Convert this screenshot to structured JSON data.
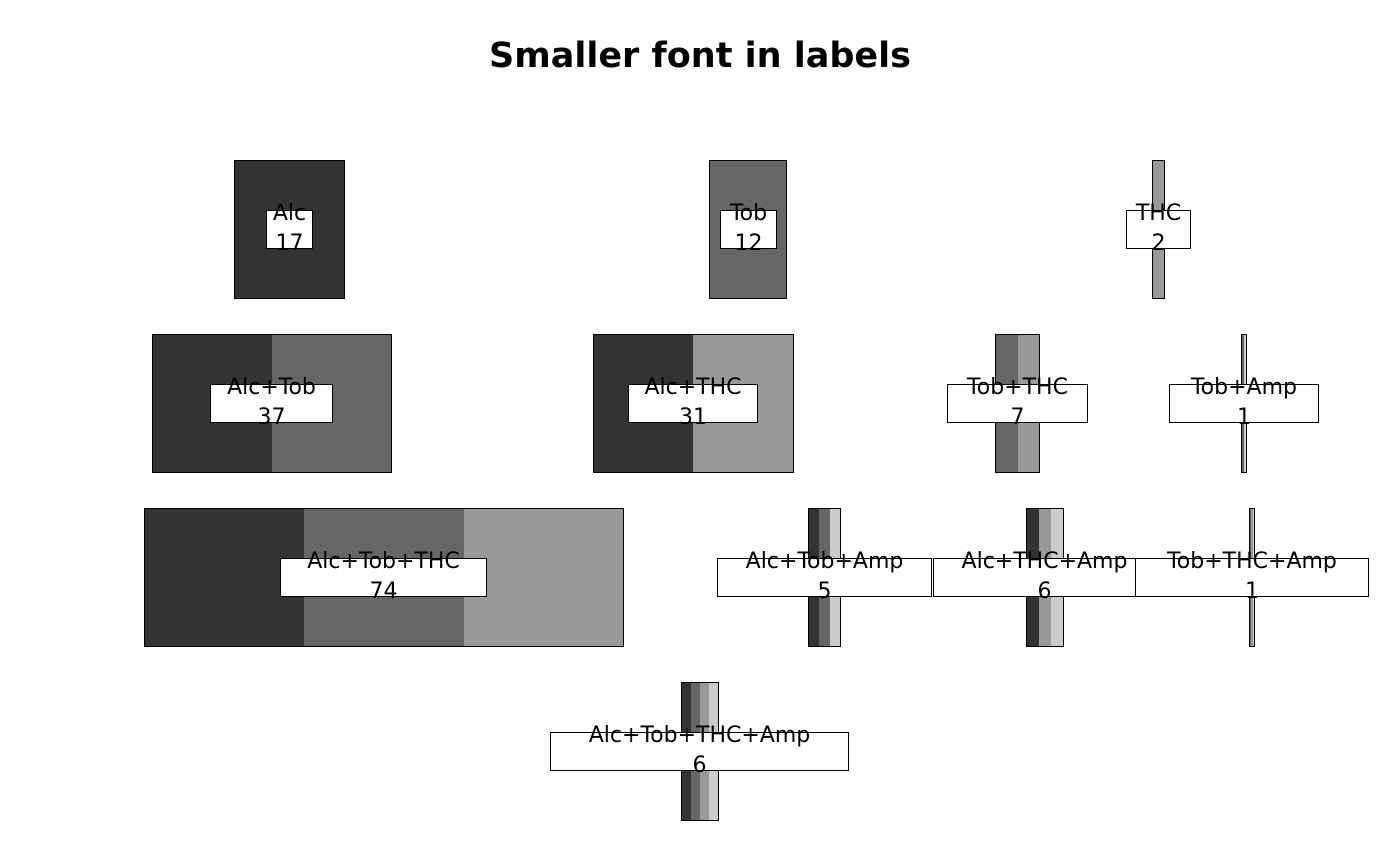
{
  "title": "Smaller font in labels",
  "colors": {
    "Alc": "#333333",
    "Tob": "#666666",
    "THC": "#999999",
    "Amp": "#cccccc"
  },
  "sets": [
    {
      "name": "Alc",
      "count": "17",
      "value": 17,
      "parts": [
        "Alc"
      ]
    },
    {
      "name": "Tob",
      "count": "12",
      "value": 12,
      "parts": [
        "Tob"
      ]
    },
    {
      "name": "THC",
      "count": "2",
      "value": 2,
      "parts": [
        "THC"
      ]
    },
    {
      "name": "Alc+Tob",
      "count": "37",
      "value": 37,
      "parts": [
        "Alc",
        "Tob"
      ]
    },
    {
      "name": "Alc+THC",
      "count": "31",
      "value": 31,
      "parts": [
        "Alc",
        "THC"
      ]
    },
    {
      "name": "Tob+THC",
      "count": "7",
      "value": 7,
      "parts": [
        "Tob",
        "THC"
      ]
    },
    {
      "name": "Tob+Amp",
      "count": "1",
      "value": 1,
      "parts": [
        "Tob",
        "Amp"
      ]
    },
    {
      "name": "Alc+Tob+THC",
      "count": "74",
      "value": 74,
      "parts": [
        "Alc",
        "Tob",
        "THC"
      ]
    },
    {
      "name": "Alc+Tob+Amp",
      "count": "5",
      "value": 5,
      "parts": [
        "Alc",
        "Tob",
        "Amp"
      ]
    },
    {
      "name": "Alc+THC+Amp",
      "count": "6",
      "value": 6,
      "parts": [
        "Alc",
        "THC",
        "Amp"
      ]
    },
    {
      "name": "Tob+THC+Amp",
      "count": "1",
      "value": 1,
      "parts": [
        "Tob",
        "THC",
        "Amp"
      ]
    },
    {
      "name": "Alc+Tob+THC+Amp",
      "count": "6",
      "value": 6,
      "parts": [
        "Alc",
        "Tob",
        "THC",
        "Amp"
      ]
    }
  ]
}
